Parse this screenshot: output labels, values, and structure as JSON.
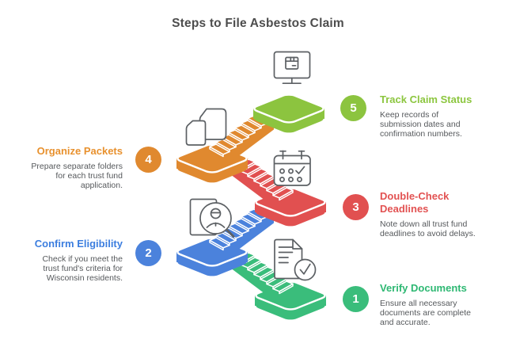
{
  "title": "Steps to File Asbestos Claim",
  "steps": [
    {
      "number": "1",
      "title": "Verify Documents",
      "description": "Ensure all necessary documents are complete and accurate.",
      "color": "#2eb873",
      "platform_color": "#3abd7b",
      "icon": "document-check-icon",
      "side": "right"
    },
    {
      "number": "2",
      "title": "Confirm Eligibility",
      "description": "Check if you meet the trust fund's criteria for Wisconsin residents.",
      "color": "#3c7edf",
      "platform_color": "#4b82dc",
      "icon": "person-search-icon",
      "side": "left"
    },
    {
      "number": "3",
      "title": "Double-Check Deadlines",
      "description": "Note down all trust fund deadlines to avoid delays.",
      "color": "#e25252",
      "platform_color": "#e15050",
      "icon": "calendar-check-icon",
      "side": "right"
    },
    {
      "number": "4",
      "title": "Organize Packets",
      "description": "Prepare separate folders for each trust fund application.",
      "color": "#e8912e",
      "platform_color": "#e0892f",
      "icon": "copies-icon",
      "side": "left"
    },
    {
      "number": "5",
      "title": "Track Claim Status",
      "description": "Keep records of submission dates and confirmation numbers.",
      "color": "#8cc63f",
      "platform_color": "#8cc43f",
      "icon": "monitor-package-icon",
      "side": "right"
    }
  ]
}
